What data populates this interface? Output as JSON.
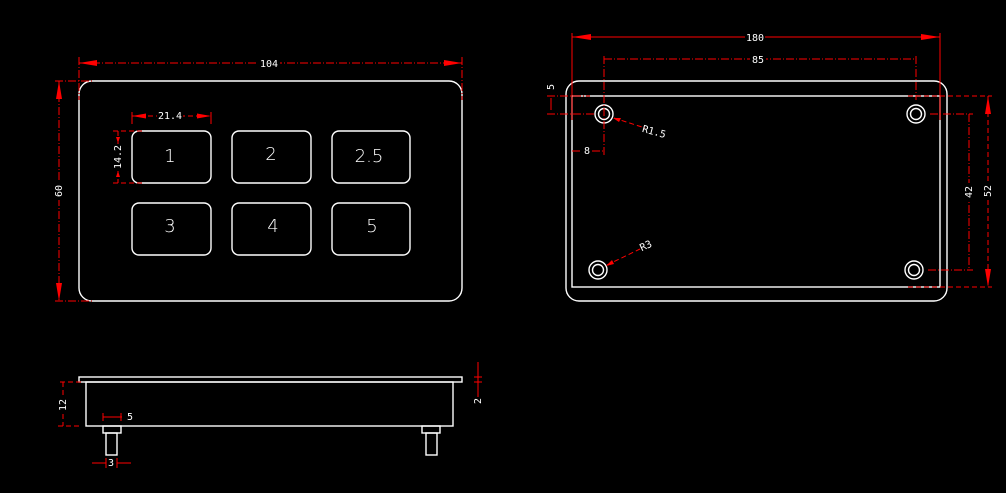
{
  "front_view": {
    "width_label": "104",
    "height_label": "60",
    "key_width_label": "21.4",
    "key_height_label": "14.2",
    "keys": [
      "1",
      "2",
      "2.5",
      "3",
      "4",
      "5"
    ]
  },
  "back_view": {
    "overall_width_label": "180",
    "hole_spacing_x_label": "85",
    "hole_offset_y_label": "5",
    "hole_offset_x_label": "8",
    "inner_radius_label": "R1.5",
    "outer_radius_label": "R3",
    "hole_spacing_y_label": "42",
    "inner_height_label": "52"
  },
  "side_view": {
    "body_height_label": "12",
    "plate_thickness_label": "2",
    "flange_width_label": "5",
    "pin_width_label": "3"
  },
  "colors": {
    "background": "#000000",
    "outline": "#ffffff",
    "dimension": "#ff0000"
  }
}
